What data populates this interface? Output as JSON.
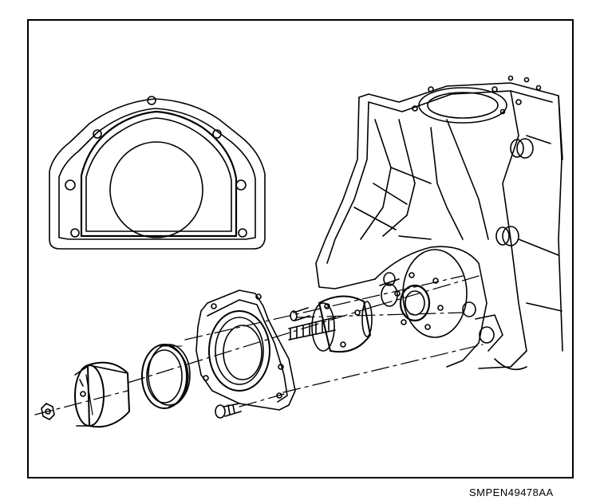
{
  "figure": {
    "code": "SMPEN49478AA",
    "colors": {
      "line": "#000000",
      "background": "#ffffff"
    },
    "parts": [
      {
        "name": "rear-seal-gasket",
        "icon": "gasket-icon"
      },
      {
        "name": "engine-block",
        "icon": "engine-block-icon"
      },
      {
        "name": "seal-retainer",
        "icon": "retainer-icon"
      },
      {
        "name": "crankshaft-rear-oil-seal",
        "icon": "seal-icon"
      },
      {
        "name": "seal-installer-tool",
        "icon": "tool-icon"
      },
      {
        "name": "pilot-adapter",
        "icon": "adapter-icon"
      },
      {
        "name": "stud",
        "icon": "stud-icon"
      },
      {
        "name": "bolt",
        "icon": "bolt-icon"
      },
      {
        "name": "nut",
        "icon": "nut-icon"
      }
    ]
  }
}
